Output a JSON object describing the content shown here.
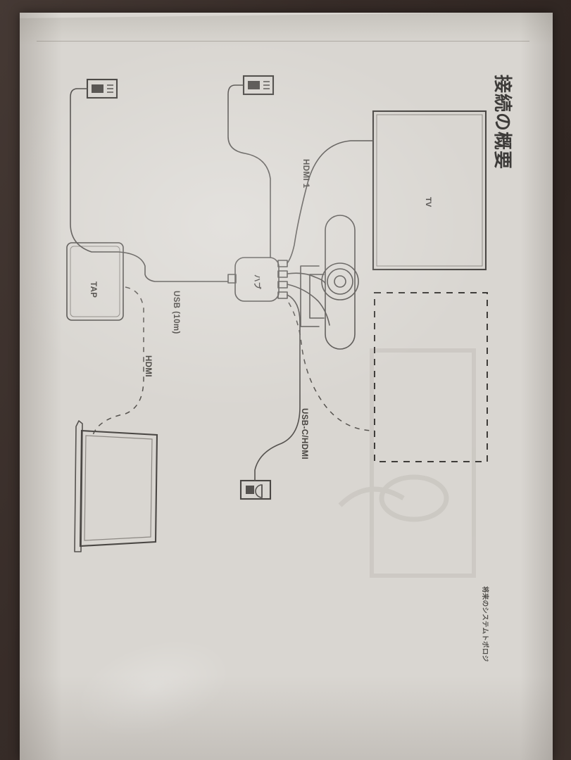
{
  "photo": {
    "kind": "photograph-of-printed-page",
    "background_color": "#3a2f2b",
    "paper_color": "#d9d6d1",
    "ink_color": "#4c4947"
  },
  "page": {
    "title": "接続の概要",
    "title_rotation_deg": 90,
    "footnote": "将来のシステムトポロジ"
  },
  "diagram": {
    "type": "connection-topology",
    "nodes": [
      {
        "id": "tv",
        "label": "TV",
        "shape": "rectangle",
        "style": "solid"
      },
      {
        "id": "camera",
        "label": "",
        "shape": "bar-with-lens",
        "style": "solid"
      },
      {
        "id": "hub",
        "label": "ハブ",
        "shape": "rounded-square",
        "style": "solid"
      },
      {
        "id": "tap",
        "label": "TAP",
        "shape": "rounded-rect",
        "style": "solid"
      },
      {
        "id": "laptop",
        "label": "",
        "shape": "laptop-screen",
        "style": "solid"
      },
      {
        "id": "future-area",
        "label": "",
        "shape": "rectangle",
        "style": "dashed"
      }
    ],
    "outlets": [
      {
        "id": "outlet-1",
        "icon": "power-outlet-icon"
      },
      {
        "id": "outlet-2",
        "icon": "power-outlet-icon"
      },
      {
        "id": "outlet-3",
        "icon": "power-adapter-icon"
      }
    ],
    "cable_labels": [
      {
        "id": "hdmi-1",
        "text": "HDMI 1",
        "style": "solid"
      },
      {
        "id": "usb-10m",
        "text": "USB (10m)",
        "style": "solid"
      },
      {
        "id": "hdmi",
        "text": "HDMI",
        "style": "dashed"
      },
      {
        "id": "usbc-hdmi",
        "text": "USB-C/HDMI",
        "style": "dashed"
      }
    ],
    "hub_ports_count": 4
  }
}
